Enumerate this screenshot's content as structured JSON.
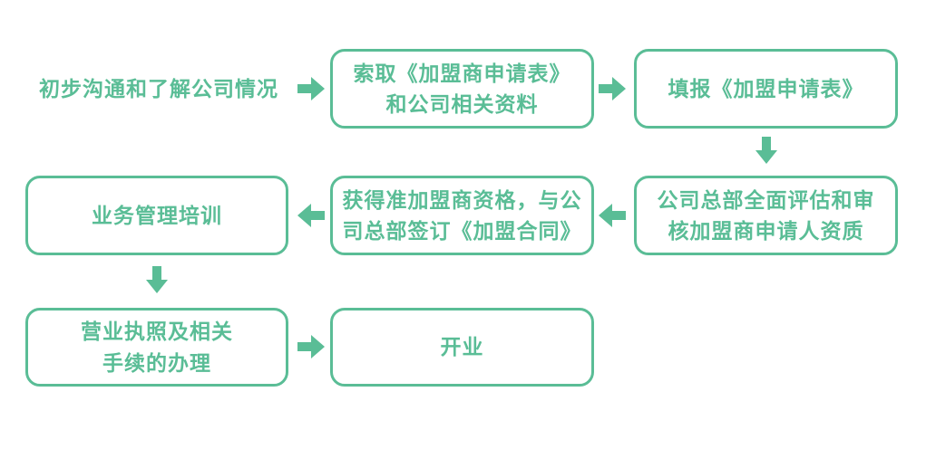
{
  "theme": {
    "accent_color": "#5ABD96",
    "background_color": "#FFFFFF"
  },
  "diagram": {
    "type": "flowchart",
    "nodes": {
      "initial_communication": {
        "lines": [
          "初步沟通和了解公司情况"
        ]
      },
      "request_application_form": {
        "lines": [
          "索取《加盟商申请表》",
          "和公司相关资料"
        ]
      },
      "fill_application_form": {
        "lines": [
          "填报《加盟申请表》"
        ]
      },
      "headquarters_evaluation": {
        "lines": [
          "公司总部全面评估和审",
          "核加盟商申请人资质"
        ]
      },
      "sign_franchise_contract": {
        "lines": [
          "获得准加盟商资格，与公",
          "司总部签订《加盟合同》"
        ]
      },
      "business_training": {
        "lines": [
          "业务管理培训"
        ]
      },
      "business_license": {
        "lines": [
          "营业执照及相关",
          "手续的办理"
        ]
      },
      "opening": {
        "lines": [
          "开业"
        ]
      }
    },
    "edges": [
      {
        "from": "initial_communication",
        "to": "request_application_form",
        "direction": "right"
      },
      {
        "from": "request_application_form",
        "to": "fill_application_form",
        "direction": "right"
      },
      {
        "from": "fill_application_form",
        "to": "headquarters_evaluation",
        "direction": "down"
      },
      {
        "from": "headquarters_evaluation",
        "to": "sign_franchise_contract",
        "direction": "left"
      },
      {
        "from": "sign_franchise_contract",
        "to": "business_training",
        "direction": "left"
      },
      {
        "from": "business_training",
        "to": "business_license",
        "direction": "down"
      },
      {
        "from": "business_license",
        "to": "opening",
        "direction": "right"
      }
    ]
  }
}
